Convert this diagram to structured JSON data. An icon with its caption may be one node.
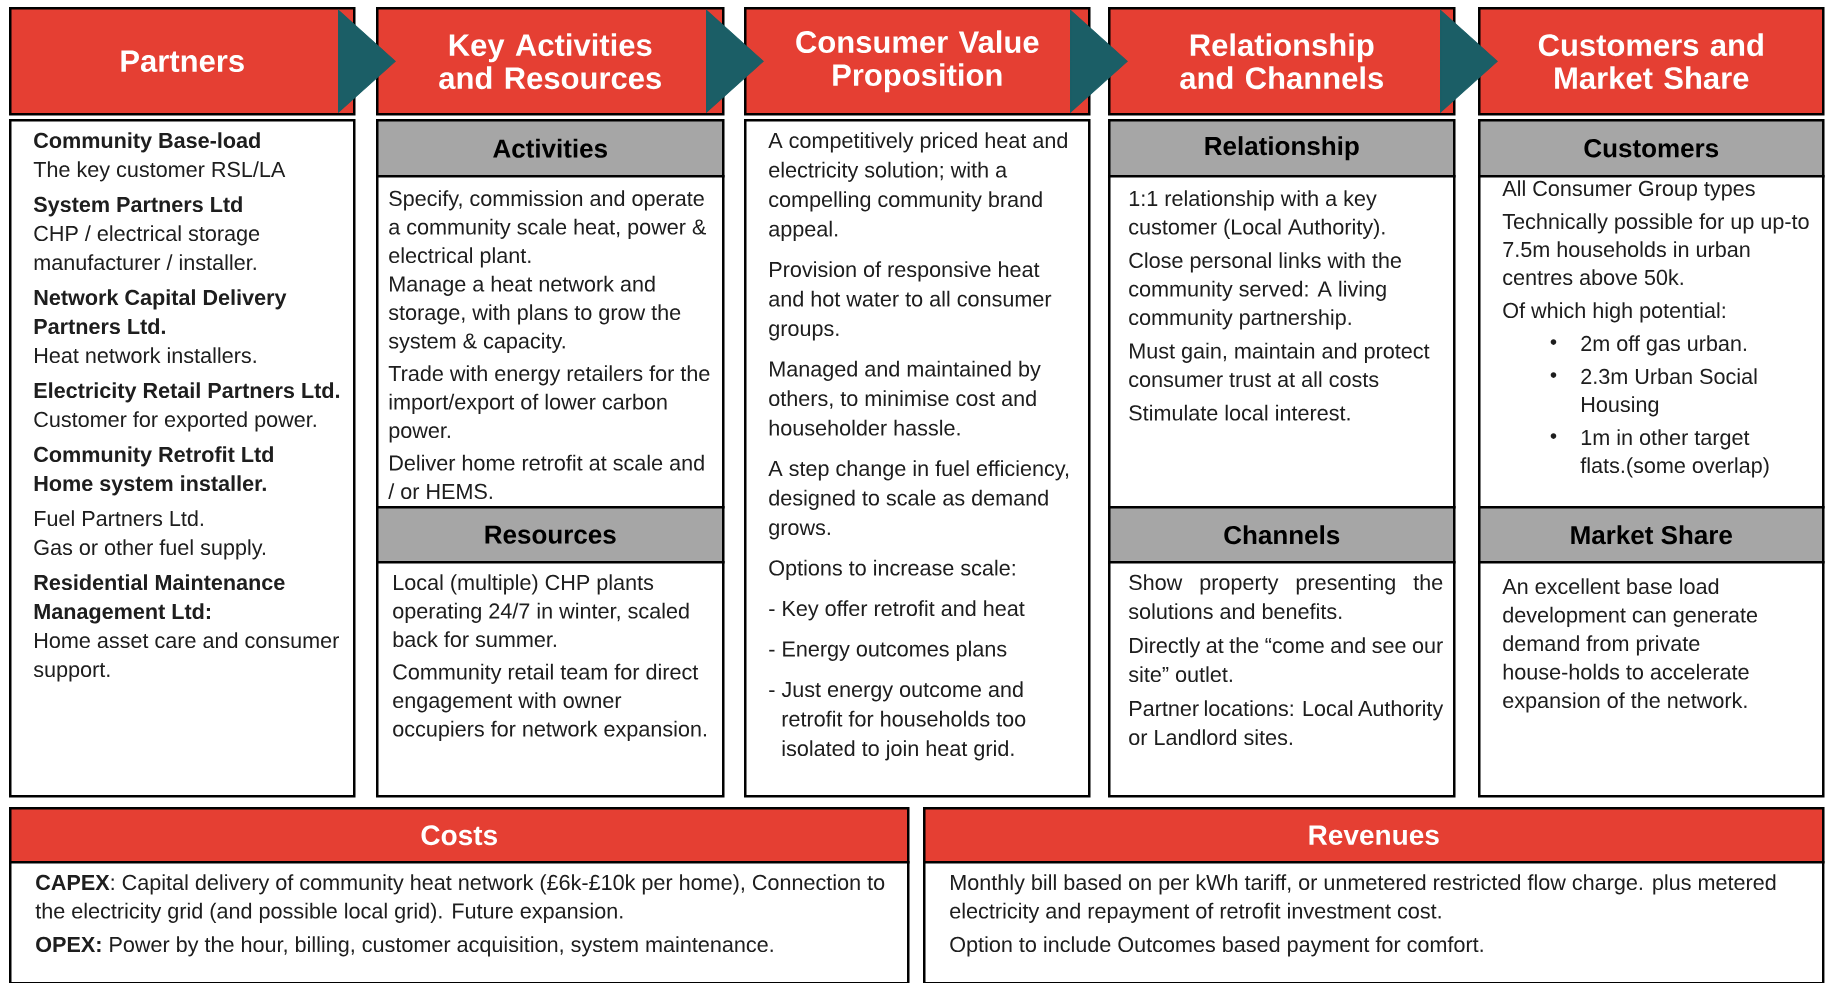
{
  "diagram": {
    "nodes": [
      {
        "text": [
          "Partners"
        ]
      },
      {
        "text": [
          "Key Activities and Resources"
        ]
      },
      {
        "text": [
          "Consumer Value Proposition"
        ]
      },
      {
        "text": [
          "Relationship and Channels"
        ]
      },
      {
        "text": [
          "Customers and Market Share"
        ]
      },
      {
        "text": [
          "Community Base-load",
          "The key customer RSL/LA",
          "System Partners Ltd",
          "CHP / electrical storage manufacturer / installer.",
          "Network Capital Delivery Partners Ltd.",
          "Heat network installers.",
          "**Electricity Retail Partners Ltd.** Customer for exported power.",
          "Community Retrofit Ltd",
          "Home system installer.",
          "Fuel Partners Ltd.",
          "Gas or other fuel supply.",
          "Residential Maintenance Management Ltd:",
          "Home asset care and consumer support."
        ]
      },
      {
        "text": [
          "Activities"
        ]
      },
      {
        "text": [
          "Specify, commission and operate a community scale heat, power & electrical plant.",
          "Manage a heat network and storage, with plans to grow the system & capacity.",
          "Trade with energy retailers for the import/export of lower carbon power.",
          "Deliver home retrofit at scale and / or HEMS."
        ]
      },
      {
        "text": [
          "Resources"
        ]
      },
      {
        "text": [
          "Local (multiple) CHP plants operating 24/7 in winter, scaled back for summer.",
          "Community retail team for direct engagement with owner occupiers for network expansion."
        ]
      },
      {
        "text": [
          "A competitively priced heat and electricity solution; with a compelling community brand appeal.",
          "Provision of responsive heat and hot water to all consumer groups.",
          "Managed and maintained by others, to minimise cost and householder hassle.",
          "A step change in fuel efficiency, designed to scale as demand grows.",
          "Options to increase scale:",
          "- Key offer retrofit and heat",
          "- Energy outcomes plans",
          "- Just energy outcome and retrofit for households too isolated to join heat grid."
        ]
      },
      {
        "text": [
          "Relationship"
        ]
      },
      {
        "text": [
          "1:1 relationship with a key customer (Local Authority).",
          "Close personal links with the community served: A living community partnership.",
          "Must gain, maintain and protect consumer trust at all costs",
          "Stimulate local interest."
        ]
      },
      {
        "text": [
          "Channels"
        ]
      },
      {
        "text": [
          "Show property presenting the solutions and benefits.",
          "Directly at the “come and see our site” outlet.",
          "Partner locations: Local Authority or Landlord sites."
        ]
      },
      {
        "text": [
          "Customers"
        ]
      },
      {
        "text": [
          "All Consumer Group types",
          "Technically possible for up up-to 7.5m households in urban centres above 50k.",
          "Of which high potential:",
          "2m off gas urban.",
          "2.3m Urban Social Housing",
          "1m in other target flats.(some overlap)"
        ]
      },
      {
        "text": [
          "Market Share"
        ]
      },
      {
        "text": [
          "An excellent base load development can generate demand from private house-holds to accelerate expansion of the network."
        ]
      },
      {
        "text": [
          "Costs"
        ]
      },
      {
        "text": [
          "**CAPEX**: Capital delivery of community heat network (£6k-£10k per home), Connection to the electricity grid (and possible local grid). Future expansion.",
          "**OPEX:** Power by the hour, billing, customer acquisition, system maintenance."
        ]
      },
      {
        "text": [
          "Revenues"
        ]
      },
      {
        "text": [
          "Monthly bill based on per kWh tariff, or unmetered restricted flow charge. plus metered electricity and repayment of retrofit investment cost.",
          "Option to include Outcomes based payment for comfort."
        ]
      }
    ],
    "edges": [
      {
        "from": 0,
        "to": 1,
        "arrow": "to"
      },
      {
        "from": 1,
        "to": 2,
        "arrow": "to"
      },
      {
        "from": 2,
        "to": 3,
        "arrow": "to"
      },
      {
        "from": 3,
        "to": 4,
        "arrow": "to"
      }
    ]
  }
}
